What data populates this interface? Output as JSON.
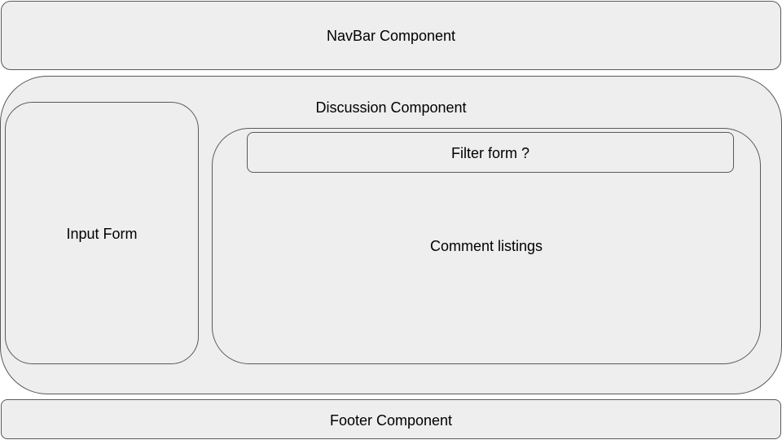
{
  "navbar": {
    "label": "NavBar Component"
  },
  "discussion": {
    "label": "Discussion Component",
    "input_form": {
      "label": "Input Form"
    },
    "comment_listings": {
      "label": "Comment listings",
      "filter_form": {
        "label": "Filter form ?"
      }
    }
  },
  "footer": {
    "label": "Footer Component"
  },
  "colors": {
    "box_fill": "#eeeeee",
    "box_stroke": "#595959",
    "text": "#000000"
  }
}
